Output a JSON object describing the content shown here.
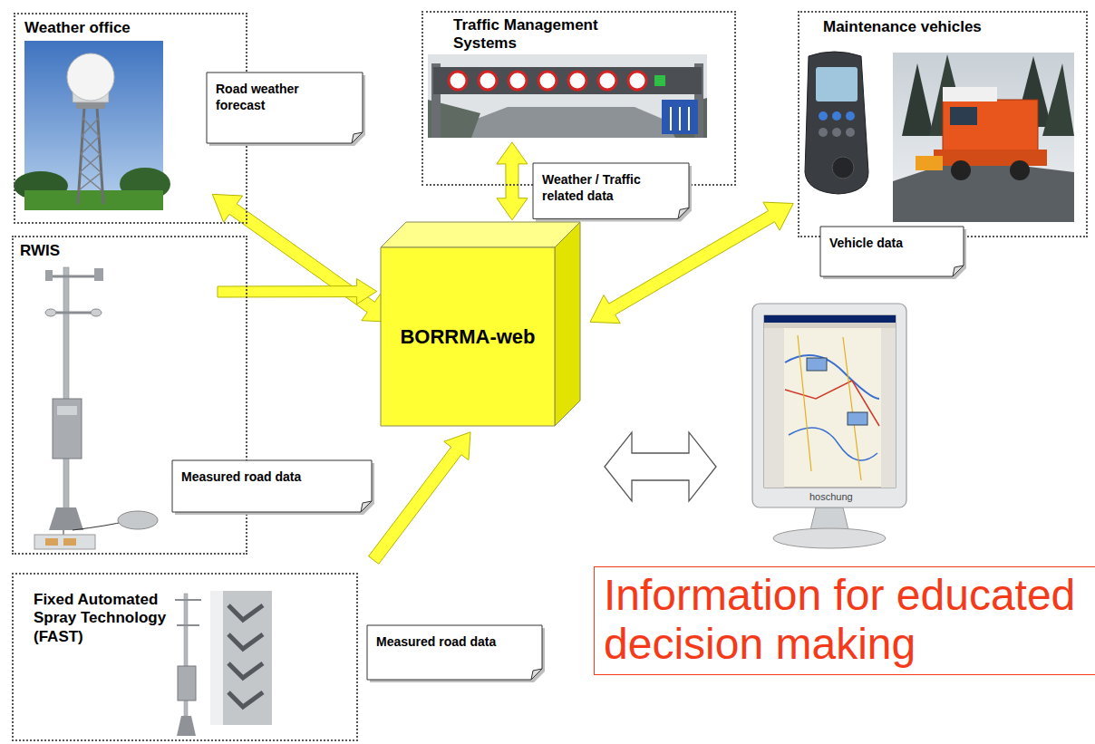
{
  "diagram": {
    "nodes": [
      {
        "text": [
          "Weather office"
        ]
      },
      {
        "text": [
          "Road weather forecast"
        ]
      },
      {
        "text": [
          "Traffic Management Systems"
        ]
      },
      {
        "text": [
          "Weather / Traffic related data"
        ]
      },
      {
        "text": [
          "Maintenance vehicles"
        ]
      },
      {
        "text": [
          "Vehicle data"
        ]
      },
      {
        "text": [
          "RWIS"
        ]
      },
      {
        "text": [
          "Measured road data"
        ]
      },
      {
        "text": [
          "Fixed Automated Spray Technology (FAST)"
        ]
      },
      {
        "text": [
          "Measured road data"
        ]
      },
      {
        "text": [
          "BORRMA-web"
        ]
      },
      {
        "text": [
          "Information for educated decision making"
        ]
      }
    ],
    "edges": [
      {
        "from": 0,
        "to": 10,
        "arrow": "both"
      },
      {
        "from": 2,
        "to": 10,
        "arrow": "both"
      },
      {
        "from": 4,
        "to": 10,
        "arrow": "both"
      },
      {
        "from": 6,
        "to": 10,
        "arrow": "to"
      },
      {
        "from": 8,
        "to": 10,
        "arrow": "to"
      }
    ],
    "labels": [
      "hoschung"
    ]
  }
}
